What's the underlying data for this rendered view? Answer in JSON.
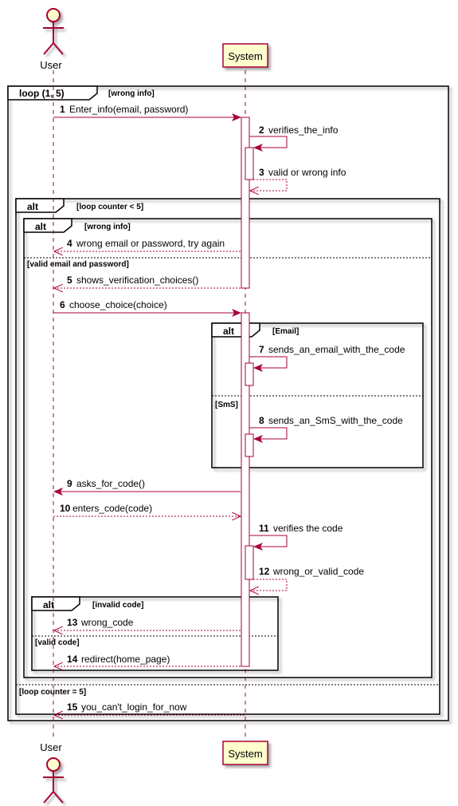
{
  "colors": {
    "arrow": "#A80036",
    "participant_fill": "#FEFECE",
    "participant_border": "#A80036",
    "frame_border": "#000000",
    "lifeline": "#A80036"
  },
  "participants": {
    "user": {
      "label": "User",
      "kind": "actor"
    },
    "system": {
      "label": "System",
      "kind": "box"
    }
  },
  "fragments": [
    {
      "id": "loop_outer",
      "title": "loop (1, 5)",
      "guard": "[wrong info]"
    },
    {
      "id": "alt_counter",
      "title": "alt",
      "guard": "[loop counter < 5]",
      "else_guard": "[loop counter = 5]"
    },
    {
      "id": "alt_wrong",
      "title": "alt",
      "guard": "[wrong info]",
      "else_guard": "[valid email and password]"
    },
    {
      "id": "alt_email",
      "title": "alt",
      "guard": "[Email]",
      "else_guard": "[SmS]"
    },
    {
      "id": "alt_code",
      "title": "alt",
      "guard": "[invalid code]",
      "else_guard": "[valid code]"
    }
  ],
  "messages": [
    {
      "num": "1",
      "text": "Enter_info(email, password)",
      "from": "user",
      "to": "system",
      "style": "solid"
    },
    {
      "num": "2",
      "text": "verifies_the_info",
      "from": "system",
      "to": "system",
      "style": "solid"
    },
    {
      "num": "3",
      "text": "valid or wrong info",
      "from": "system",
      "to": "system",
      "style": "dashed"
    },
    {
      "num": "4",
      "text": "wrong email or password, try again",
      "from": "system",
      "to": "user",
      "style": "dashed"
    },
    {
      "num": "5",
      "text": "shows_verification_choices()",
      "from": "system",
      "to": "user",
      "style": "dashed"
    },
    {
      "num": "6",
      "text": "choose_choice(choice)",
      "from": "user",
      "to": "system",
      "style": "solid"
    },
    {
      "num": "7",
      "text": "sends_an_email_with_the_code",
      "from": "system",
      "to": "system",
      "style": "solid"
    },
    {
      "num": "8",
      "text": "sends_an_SmS_with_the_code",
      "from": "system",
      "to": "system",
      "style": "solid"
    },
    {
      "num": "9",
      "text": "asks_for_code()",
      "from": "system",
      "to": "user",
      "style": "solid"
    },
    {
      "num": "10",
      "text": "enters_code(code)",
      "from": "user",
      "to": "system",
      "style": "dashed"
    },
    {
      "num": "11",
      "text": "verifies the code",
      "from": "system",
      "to": "system",
      "style": "solid"
    },
    {
      "num": "12",
      "text": "wrong_or_valid_code",
      "from": "system",
      "to": "system",
      "style": "dashed"
    },
    {
      "num": "13",
      "text": "wrong_code",
      "from": "system",
      "to": "user",
      "style": "dashed"
    },
    {
      "num": "14",
      "text": "redirect(home_page)",
      "from": "system",
      "to": "user",
      "style": "dashed"
    },
    {
      "num": "15",
      "text": "you_can't_login_for_now",
      "from": "system",
      "to": "user",
      "style": "dashed"
    }
  ]
}
